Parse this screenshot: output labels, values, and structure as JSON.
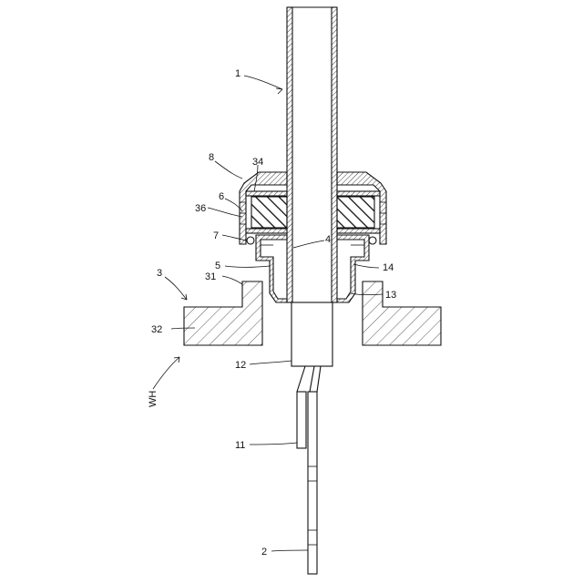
{
  "figure": {
    "labels": {
      "l1": "1",
      "l2": "2",
      "l3": "3",
      "l4": "4",
      "l5": "5",
      "l6": "6",
      "l7": "7",
      "l8": "8",
      "l11": "11",
      "l12": "12",
      "l13": "13",
      "l14": "14",
      "l31": "31",
      "l32": "32",
      "l34": "34",
      "l36": "36",
      "side": "WH"
    }
  }
}
